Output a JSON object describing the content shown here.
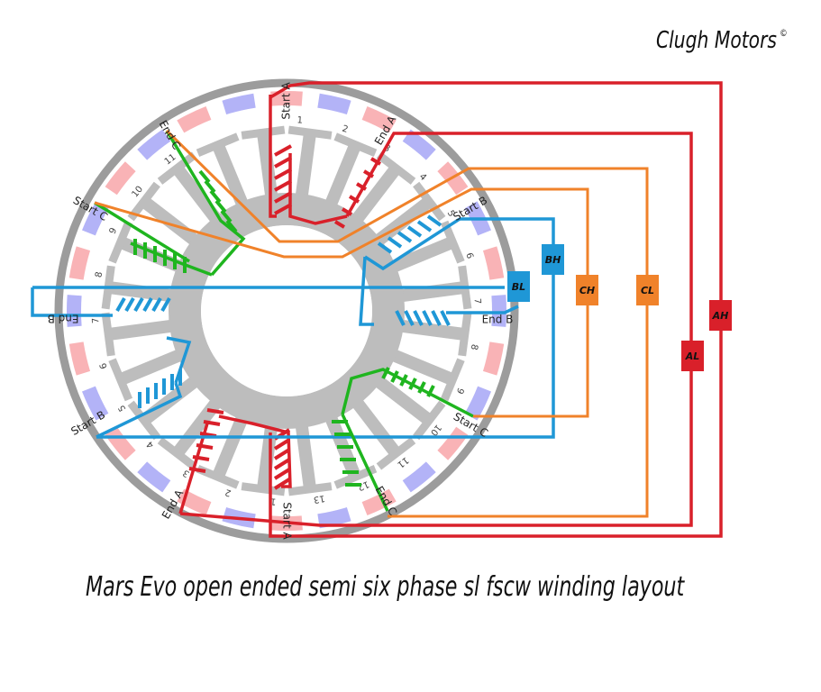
{
  "brand": {
    "name": "Clugh Motors",
    "mark": "©"
  },
  "caption": "Mars Evo open ended semi six phase sl fscw winding layout",
  "colors": {
    "phase_a": "#d9202a",
    "phase_b": "#1f97d6",
    "phase_c": "#f0822a",
    "coil_c": "#1fb51f",
    "iron": "#bdbdbd",
    "ring": "#9c9c9c",
    "magnet_north": "#f9b3b6",
    "magnet_south": "#b3b3f7"
  },
  "stator": {
    "slot_count": 14,
    "outer_tooth_labels": [
      "1",
      "2",
      "3",
      "4",
      "5",
      "6",
      "7",
      "8",
      "9",
      "10",
      "11",
      "12",
      "13"
    ],
    "inner_tooth_labels": [
      "1",
      "2",
      "3",
      "4",
      "5",
      "6",
      "7",
      "8",
      "9",
      "10",
      "11"
    ],
    "magnet_count": 28
  },
  "terminals": [
    {
      "id": "start-a-top",
      "label": "Start A",
      "phase": "A"
    },
    {
      "id": "end-a-top",
      "label": "End A",
      "phase": "A"
    },
    {
      "id": "start-b-right",
      "label": "Start B",
      "phase": "B"
    },
    {
      "id": "end-b-right",
      "label": "End B",
      "phase": "B"
    },
    {
      "id": "start-c-right",
      "label": "Start C",
      "phase": "C"
    },
    {
      "id": "end-c-bottom",
      "label": "End C",
      "phase": "C"
    },
    {
      "id": "start-a-bottom",
      "label": "Start A",
      "phase": "A"
    },
    {
      "id": "end-a-bottom",
      "label": "End A",
      "phase": "A"
    },
    {
      "id": "start-b-left",
      "label": "Start B",
      "phase": "B"
    },
    {
      "id": "end-b-left",
      "label": "End B",
      "phase": "B"
    },
    {
      "id": "start-c-left",
      "label": "Start C",
      "phase": "C"
    },
    {
      "id": "end-c-top",
      "label": "End C",
      "phase": "C"
    }
  ],
  "switches": [
    {
      "label": "BL",
      "phase": "B"
    },
    {
      "label": "BH",
      "phase": "B"
    },
    {
      "label": "CH",
      "phase": "C"
    },
    {
      "label": "CL",
      "phase": "C"
    },
    {
      "label": "AL",
      "phase": "A"
    },
    {
      "label": "AH",
      "phase": "A"
    }
  ]
}
